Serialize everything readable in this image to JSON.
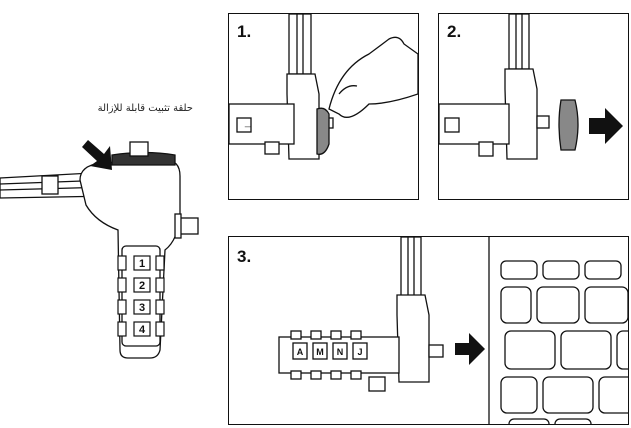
{
  "caption": "حلقة تثبيت قابلة للإزالة",
  "steps": [
    {
      "number": "1."
    },
    {
      "number": "2."
    },
    {
      "number": "3."
    }
  ],
  "dials": [
    "1",
    "2",
    "3",
    "4"
  ],
  "dials_step3": [
    "A",
    "M",
    "N",
    "J"
  ],
  "colors": {
    "line": "#111111",
    "gray": "#9a9a9a",
    "dark": "#222222"
  }
}
